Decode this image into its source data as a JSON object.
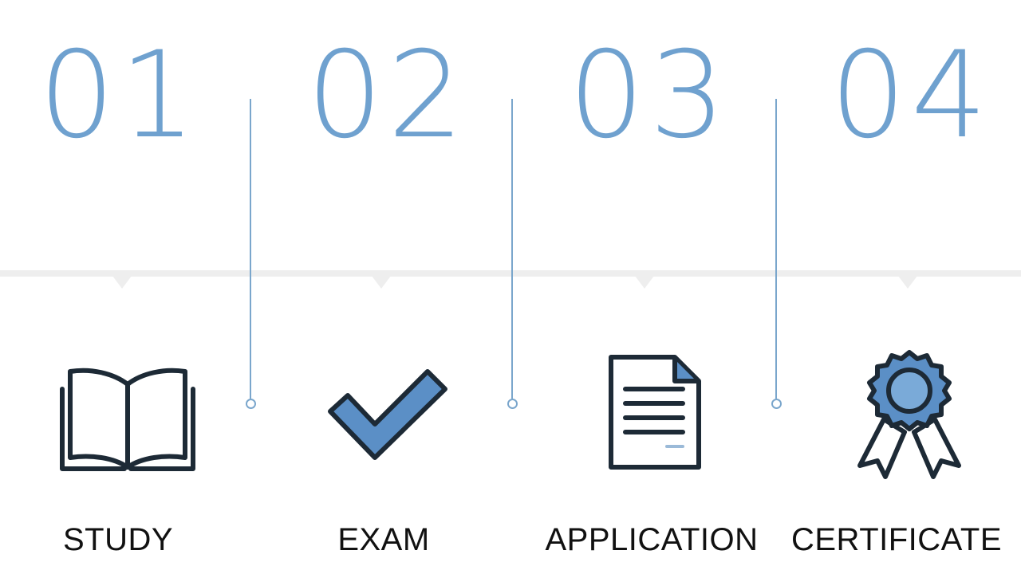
{
  "colors": {
    "accent": "#6fa1cf",
    "icon_fill": "#5b8fc6",
    "icon_stroke": "#1d2a36",
    "label_text": "#111111",
    "track": "#eeeeee",
    "divider": "#7aa6cc"
  },
  "steps": [
    {
      "number": "01",
      "label": "STUDY",
      "icon": "open-book-icon"
    },
    {
      "number": "02",
      "label": "EXAM",
      "icon": "checkmark-icon"
    },
    {
      "number": "03",
      "label": "APPLICATION",
      "icon": "document-icon"
    },
    {
      "number": "04",
      "label": "CERTIFICATE",
      "icon": "award-ribbon-icon"
    }
  ]
}
